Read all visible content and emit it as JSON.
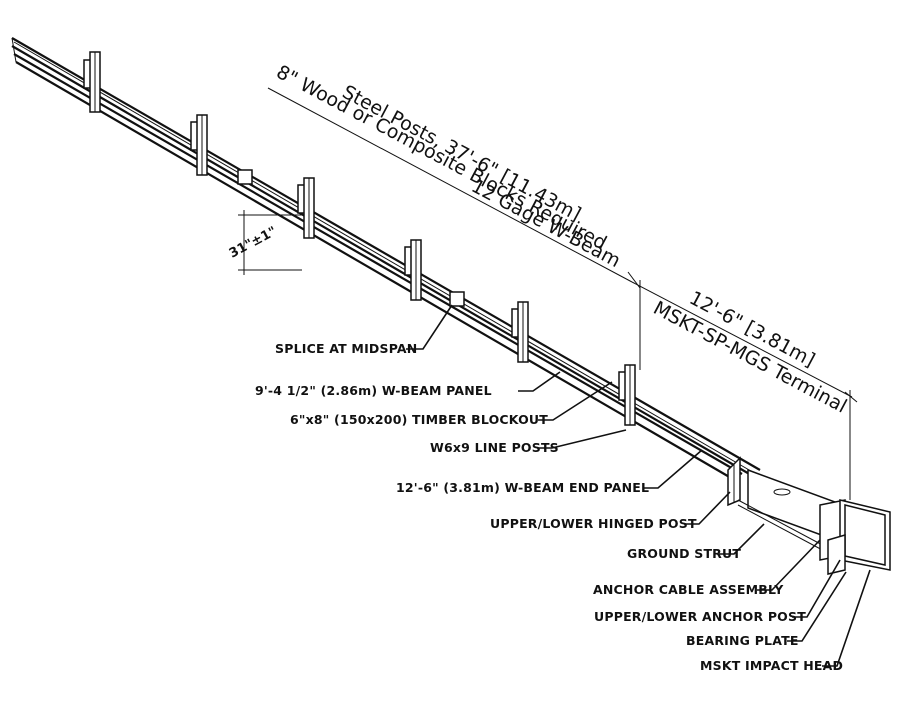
{
  "callouts": {
    "splice": "SPLICE AT MIDSPAN",
    "wbeam_panel": "9'-4 1/2\" (2.86m) W-BEAM PANEL",
    "timber_blockout": "6\"x8\" (150x200) TIMBER BLOCKOUT",
    "line_posts": "W6x9 LINE POSTS",
    "end_panel": "12'-6\" (3.81m) W-BEAM END PANEL",
    "hinged_post": "UPPER/LOWER HINGED POST",
    "ground_strut": "GROUND STRUT",
    "anchor_cable": "ANCHOR CABLE ASSEMBLY",
    "anchor_post": "UPPER/LOWER ANCHOR POST",
    "bearing_plate": "BEARING PLATE",
    "impact_head": "MSKT IMPACT HEAD"
  },
  "dimensions": {
    "post_line1": "Steel Posts, 37'-6\" [11.43m]",
    "post_line2": "12 Gage W-Beam",
    "block_line1": "8\" Wood or Composite Blocks Required",
    "terminal_line1": "12'-6\" [3.81m]",
    "terminal_line2": "MSKT-SP-MGS Terminal",
    "height": "31\"±1\""
  }
}
